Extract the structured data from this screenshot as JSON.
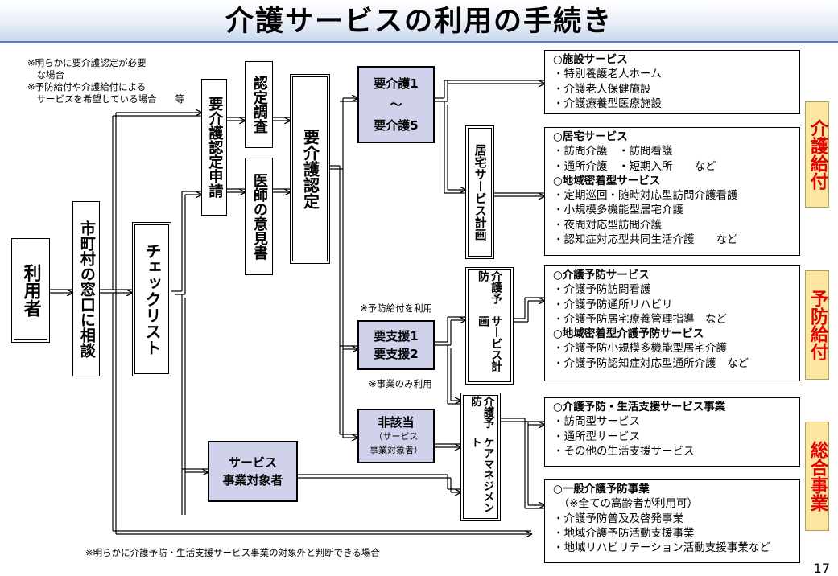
{
  "title": "介護サービスの利用の手続き",
  "notes": {
    "top_left": "※明らかに要介護認定が必要\n　な場合\n※予防給付や介護給付による\n　サービスを希望している場合　　等",
    "yobo_use": "※予防給付を利用",
    "jigyo_only": "※事業のみ利用",
    "bottom": "※明らかに介護予防・生活支援サービス事業の対象外と判断できる場合"
  },
  "boxes": {
    "user": "利用者",
    "counter": "市町村の窓口に相談",
    "checklist": "チェックリスト",
    "application": "要介護認定申請",
    "survey": "認定調査",
    "doctor": "医師の意見書",
    "certification": "要介護認定",
    "kaigo_l1": "要介護1",
    "kaigo_l2": "～",
    "kaigo_l3": "要介護5",
    "shien_l1": "要支援1",
    "shien_l2": "要支援2",
    "higaito_l1": "非該当",
    "higaito_l2": "（サービス",
    "higaito_l3": "事業対象者）",
    "jigyo_target_l1": "サービス",
    "jigyo_target_l2": "事業対象者",
    "kyotaku_plan": "居宅サービス計画",
    "yobo_plan_c1": "介護予防",
    "yobo_plan_c2": "サービス計画",
    "caremgmt_c1": "介護予防",
    "caremgmt_c2": "ケアマネジメント"
  },
  "services": {
    "facility": [
      "○施設サービス",
      "・特別養護老人ホーム",
      "・介護老人保健施設",
      "・介護療養型医療施設"
    ],
    "home": [
      "○居宅サービス",
      "・訪問介護　・訪問看護",
      "・通所介護　・短期入所　　など",
      "○地域密着型サービス",
      "・定期巡回・随時対応型訪問介護看護",
      "・小規模多機能型居宅介護",
      "・夜間対応型訪問介護",
      "・認知症対応型共同生活介護　　など"
    ],
    "prevention": [
      "○介護予防サービス",
      "・介護予防訪問看護",
      "・介護予防通所リハビリ",
      "・介護予防居宅療養管理指導　など",
      "○地域密着型介護予防サービス",
      "・介護予防小規模多機能型居宅介護",
      "・介護予防認知症対応型通所介護　など"
    ],
    "life_support": [
      "○介護予防・生活支援サービス事業",
      "・訪問型サービス",
      "・通所型サービス",
      "・その他の生活支援サービス"
    ],
    "general": [
      "○一般介護予防事業",
      "　（※全ての高齢者が利用可）",
      "・介護予防普及及啓発事業",
      "・地域介護予防活動支援事業",
      "・地域リハビリテーション活動支援事業など"
    ]
  },
  "tags": {
    "kaigo_kyufu": "介護給付",
    "yobo_kyufu": "予防給付",
    "sogo_jigyo": "総合事業"
  },
  "page_number": "17",
  "colors": {
    "tag_fill": "#fbe6a0",
    "tag_text": "#e00000",
    "blue_box": "#cfd2ea",
    "title_rule": "#5f7fb4"
  }
}
